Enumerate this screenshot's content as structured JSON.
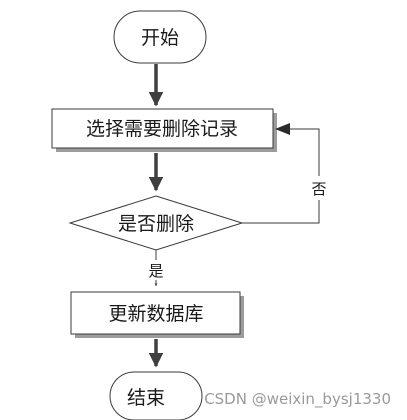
{
  "diagram": {
    "nodes": {
      "start": "开始",
      "select_records": "选择需要删除记录",
      "decision_delete": "是否删除",
      "update_database": "更新数据库",
      "end": "结束"
    },
    "edges": {
      "yes_label": "是",
      "no_label": "否"
    }
  },
  "watermark": "CSDN @weixin_bysj1330",
  "colors": {
    "stroke": "#3a3a3a",
    "arrow": "#3f3f3f",
    "box_shadow": "#9c9c9c",
    "text": "#1a1a1a"
  }
}
